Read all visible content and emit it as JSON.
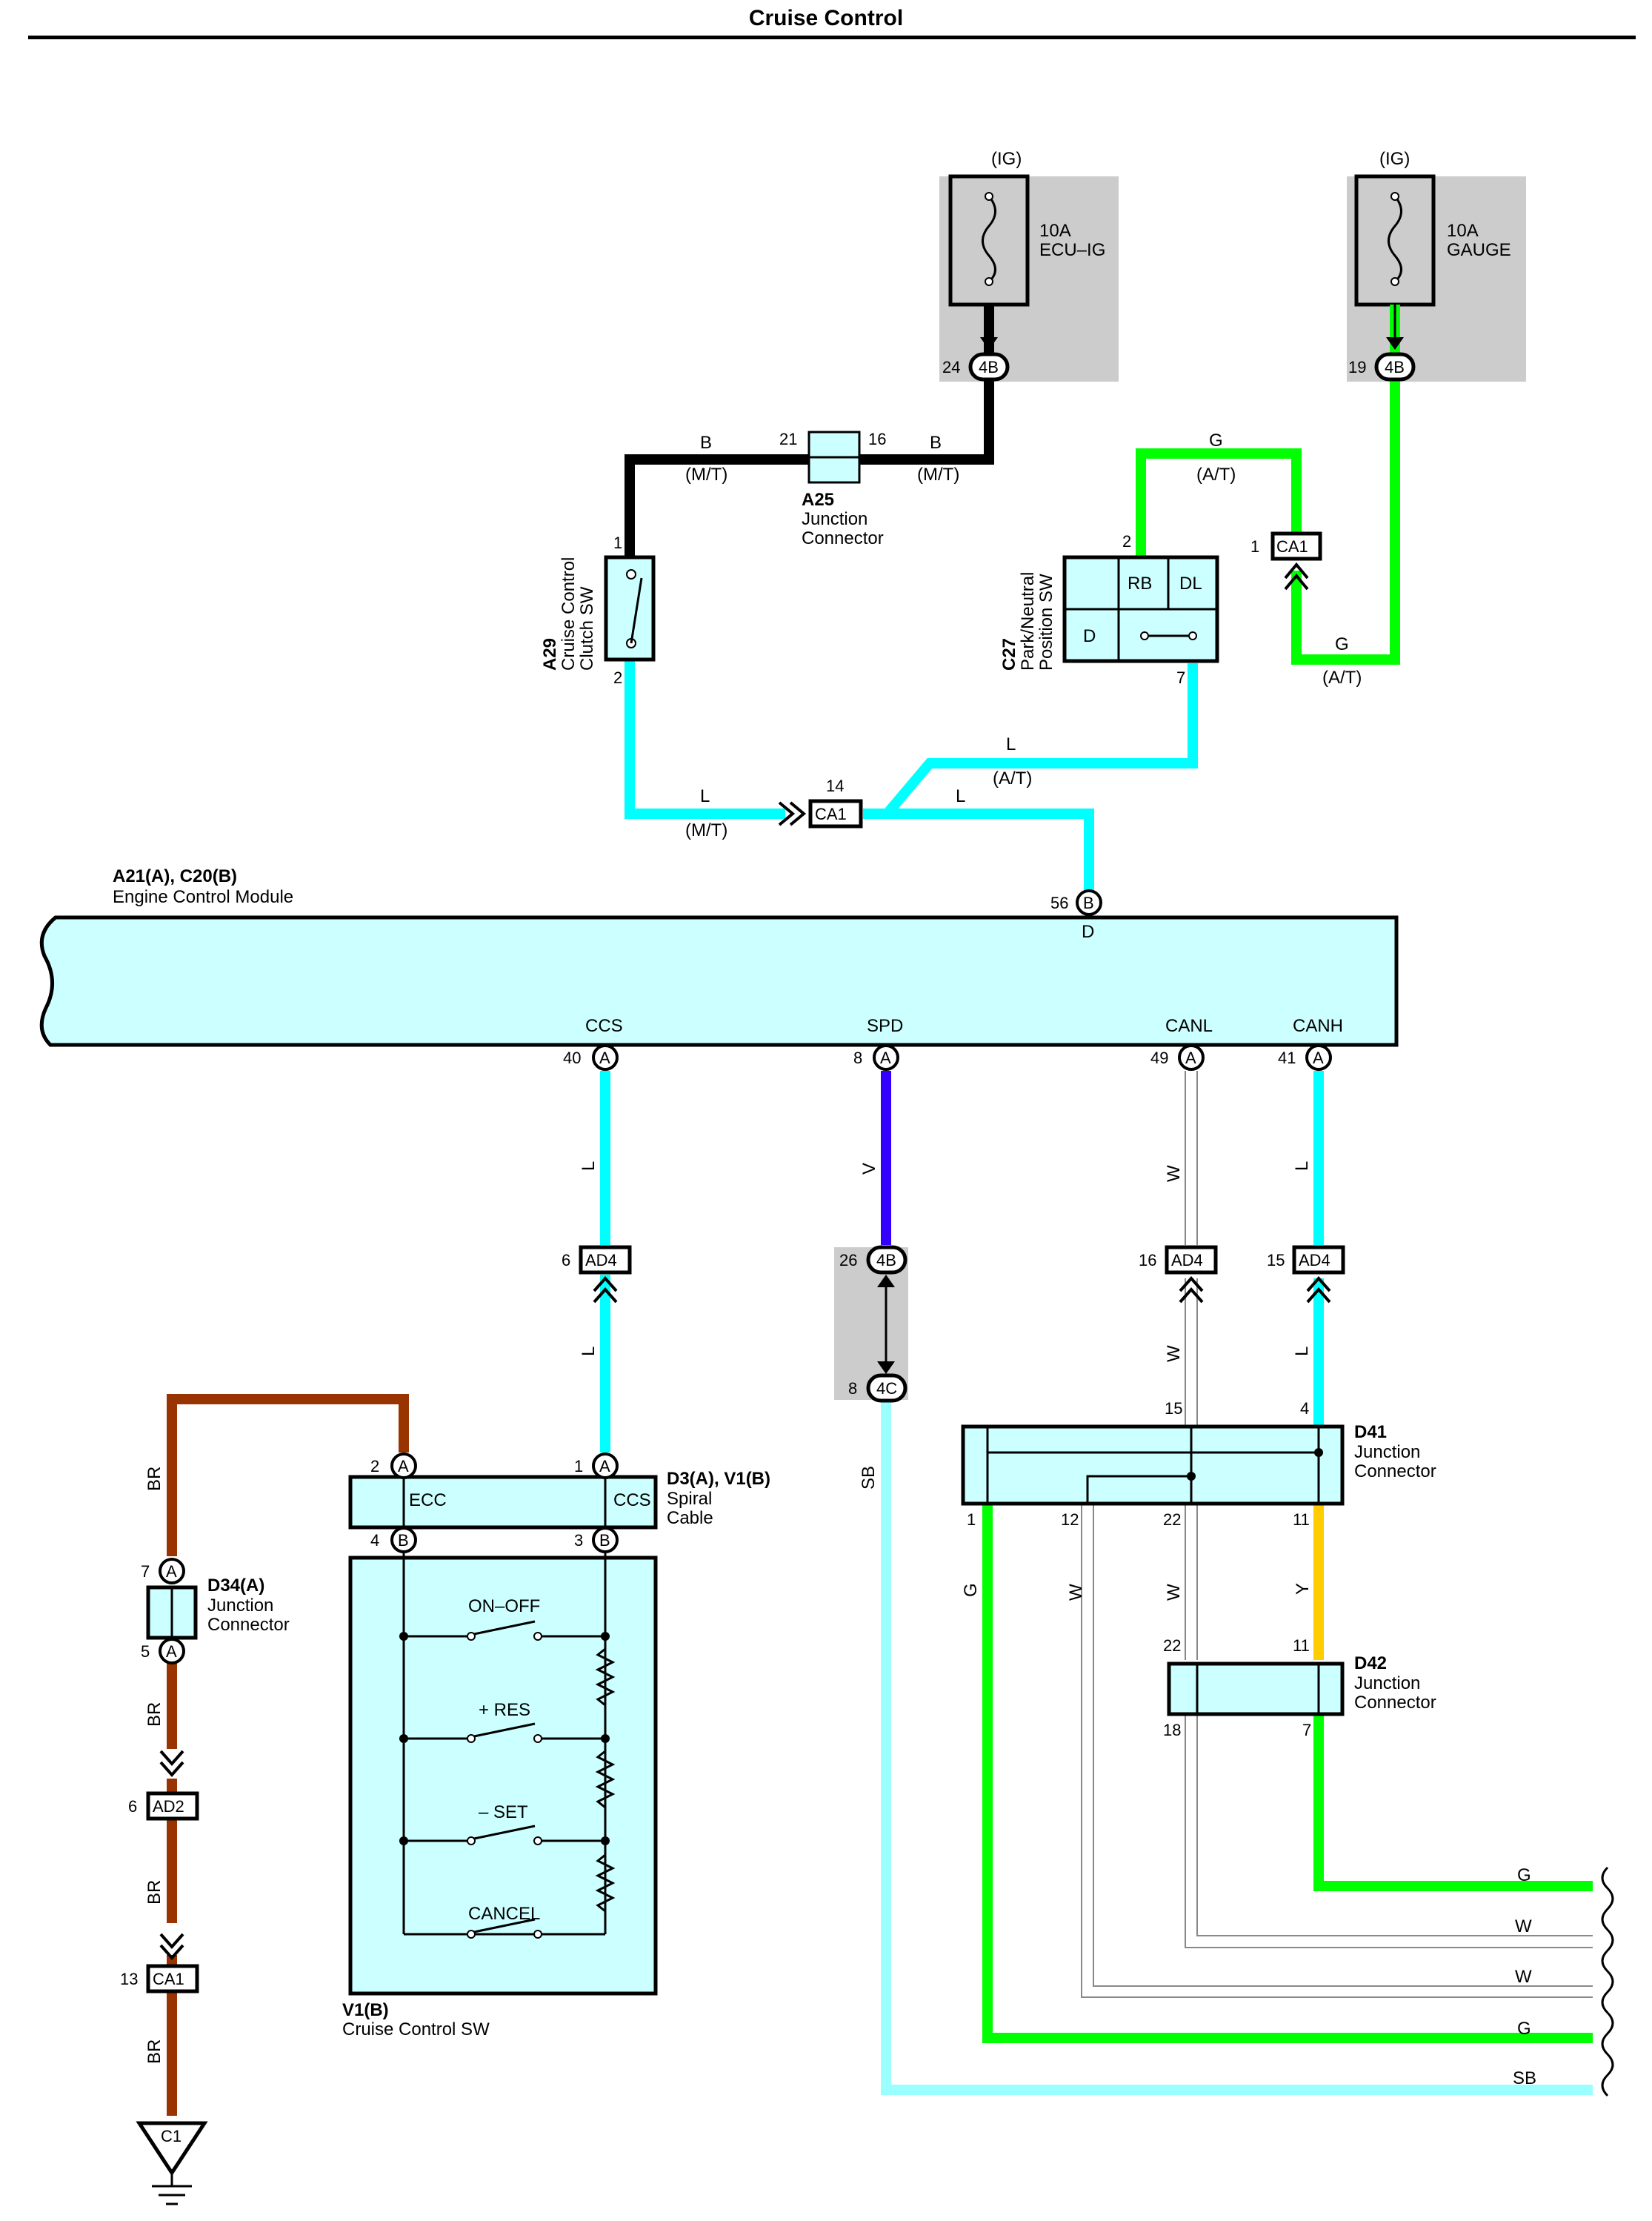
{
  "title": "Cruise Control",
  "colors": {
    "blue_L": "#00ffff",
    "light_blue_SB": "#99ffff",
    "green_G": "#00ff00",
    "black_B": "#000000",
    "brown_BR": "#993300",
    "violet_V": "#3300ff",
    "yellow_Y": "#ffcc00",
    "white_W": "#b0b0b0",
    "component_fill": "#ccffff",
    "fuse_box_fill": "#cccccc"
  },
  "fuses": [
    {
      "source": "(IG)",
      "amps": "10A",
      "name": "ECU–IG",
      "pin": "24",
      "connector": "4B"
    },
    {
      "source": "(IG)",
      "amps": "10A",
      "name": "GAUGE",
      "pin": "19",
      "connector": "4B"
    }
  ],
  "a25": {
    "id": "A25",
    "name1": "Junction",
    "name2": "Connector",
    "pin_left": "21",
    "pin_right": "16",
    "wire_left": "B",
    "wire_left_note": "(M/T)",
    "wire_right": "B",
    "wire_right_note": "(M/T)"
  },
  "a29": {
    "id": "A29",
    "name1": "Cruise Control",
    "name2": "Clutch SW",
    "pin_top": "1",
    "pin_bottom": "2"
  },
  "c27": {
    "id": "C27",
    "name1": "Park/Neutral",
    "name2": "Position SW",
    "pin_top": "2",
    "pin_bottom": "7",
    "cell_rb": "RB",
    "cell_dl": "DL",
    "cell_d": "D"
  },
  "ca1_top": {
    "pin": "1",
    "label": "CA1",
    "wire_top": "G",
    "wire_top_note": "(A/T)",
    "wire_right": "G",
    "wire_right_note": "(A/T)"
  },
  "ca1_mid": {
    "pin": "14",
    "label": "CA1",
    "wire_left": "L",
    "wire_left_note": "(M/T)",
    "wire_up": "L",
    "wire_up_note": "(A/T)",
    "wire_right": "L"
  },
  "ecm": {
    "id": "A21(A), C20(B)",
    "name": "Engine Control Module",
    "top_pin": "56",
    "top_conn": "B",
    "top_term": "D",
    "terms": [
      {
        "term": "CCS",
        "pin": "40",
        "conn": "A"
      },
      {
        "term": "SPD",
        "pin": "8",
        "conn": "A"
      },
      {
        "term": "CANL",
        "pin": "49",
        "conn": "A"
      },
      {
        "term": "CANH",
        "pin": "41",
        "conn": "A"
      }
    ]
  },
  "wire_labels": {
    "ccs_upper": "L",
    "ccs_lower": "L",
    "spd": "V",
    "canl_upper": "W",
    "canl_lower": "W",
    "canh_upper": "L",
    "canh_lower": "L",
    "sb": "SB",
    "br1": "BR",
    "br2": "BR",
    "br3": "BR",
    "br4": "BR",
    "d41_g": "G",
    "d41_w1": "W",
    "d41_w2": "W",
    "d41_y": "Y"
  },
  "ad4": [
    {
      "pin": "6",
      "label": "AD4"
    },
    {
      "pin": "16",
      "label": "AD4"
    },
    {
      "pin": "15",
      "label": "AD4"
    }
  ],
  "spd_connector": {
    "pin_top": "26",
    "conn_top": "4B",
    "pin_bottom": "8",
    "conn_bottom": "4C"
  },
  "d3": {
    "id": "D3(A), V1(B)",
    "name1": "Spiral",
    "name2": "Cable",
    "term_ecc": "ECC",
    "term_ccs": "CCS",
    "pin_ecc_top": "2",
    "conn_ecc_top": "A",
    "pin_ccs_top": "1",
    "conn_ccs_top": "A",
    "pin_ecc_bot": "4",
    "conn_ecc_bot": "B",
    "pin_ccs_bot": "3",
    "conn_ccs_bot": "B"
  },
  "v1": {
    "id": "V1(B)",
    "name": "Cruise Control SW",
    "switches": [
      "ON–OFF",
      "+ RES",
      "– SET",
      "CANCEL"
    ]
  },
  "d34": {
    "id": "D34(A)",
    "name1": "Junction",
    "name2": "Connector",
    "pin_top": "7",
    "conn_top": "A",
    "pin_bottom": "5",
    "conn_bottom": "A"
  },
  "ad2": {
    "pin": "6",
    "label": "AD2"
  },
  "ca1_bottom": {
    "pin": "13",
    "label": "CA1"
  },
  "ground": {
    "label": "C1"
  },
  "d41": {
    "id": "D41",
    "name1": "Junction",
    "name2": "Connector",
    "pin_15": "15",
    "pin_4": "4",
    "pin_1": "1",
    "pin_12": "12",
    "pin_22": "22",
    "pin_11": "11"
  },
  "d42": {
    "id": "D42",
    "name1": "Junction",
    "name2": "Connector",
    "pin_22": "22",
    "pin_11": "11",
    "pin_18": "18",
    "pin_7": "7"
  },
  "right_labels": [
    "G",
    "W",
    "W",
    "G",
    "SB"
  ]
}
